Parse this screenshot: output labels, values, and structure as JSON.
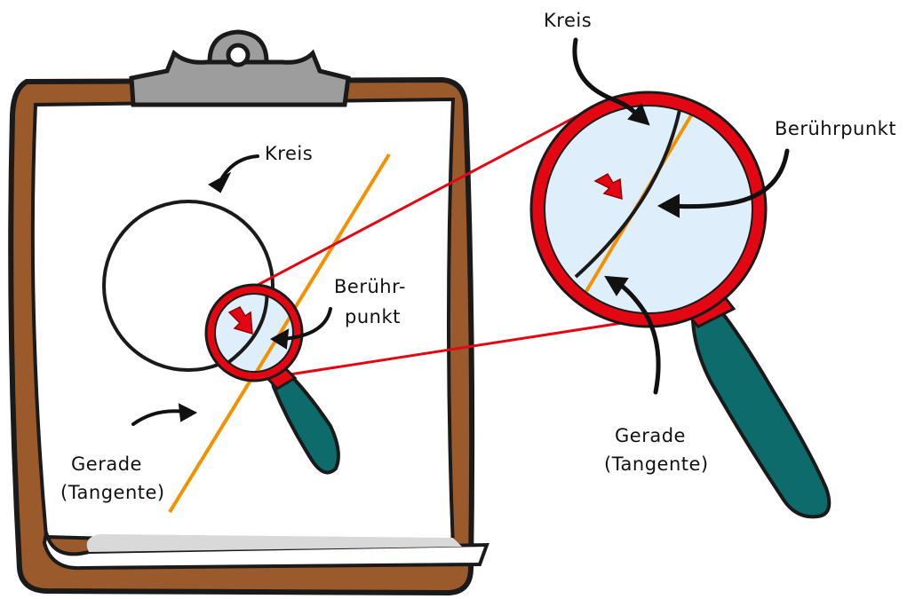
{
  "colors": {
    "board": "#9a5a2b",
    "board_outline": "#1a1a1a",
    "paper": "#ffffff",
    "clip": "#9d9d9d",
    "tangent_line": "#f39200",
    "circle_line": "#1a1a1a",
    "zoom_lines": "#e30613",
    "lens_ring": "#e30613",
    "lens_glass": "#dfeefb",
    "handle": "#0d6b6b",
    "pointer_arrow": "#e30613"
  },
  "left_panel": {
    "circle_label": "Kreis",
    "touch_label_line1": "Berühr-",
    "touch_label_line2": "punkt",
    "line_label_line1": "Gerade",
    "line_label_line2": "(Tangente)"
  },
  "right_panel": {
    "circle_label": "Kreis",
    "touch_label": "Berührpunkt",
    "line_label_line1": "Gerade",
    "line_label_line2": "(Tangente)"
  }
}
